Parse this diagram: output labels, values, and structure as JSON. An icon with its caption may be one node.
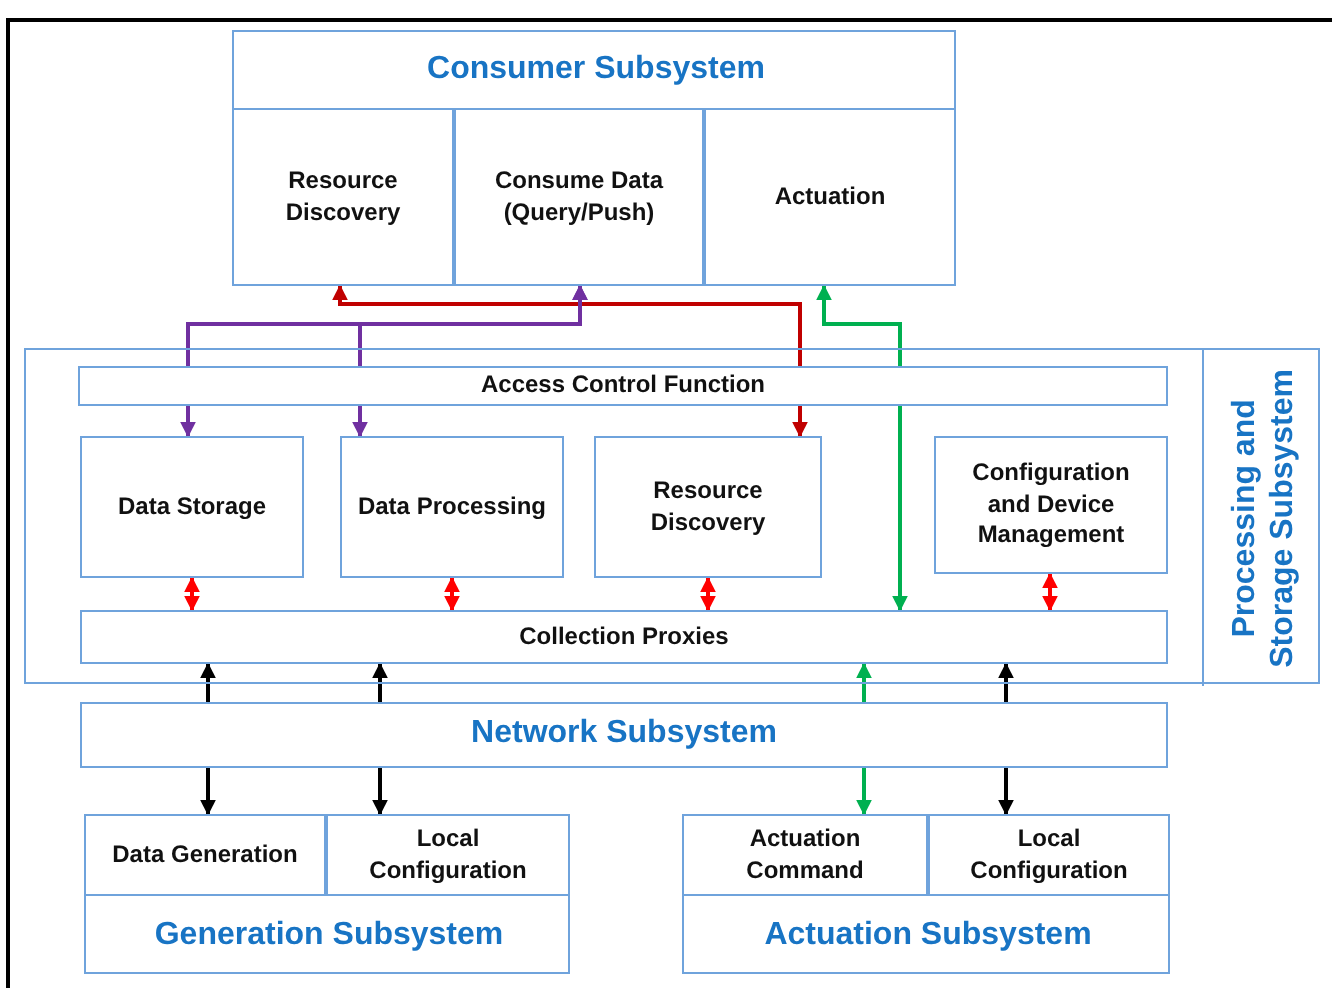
{
  "diagram": {
    "nodes": [
      {
        "text": [
          "Consumer Subsystem"
        ]
      },
      {
        "text": [
          "Resource Discovery"
        ],
        "in": 0
      },
      {
        "text": [
          "Consume Data (Query/Push)"
        ],
        "in": 0
      },
      {
        "text": [
          "Actuation"
        ],
        "in": 0
      },
      {
        "text": [
          "Processing and Storage Subsystem"
        ]
      },
      {
        "text": [
          "Access Control Function"
        ],
        "in": 4
      },
      {
        "text": [
          "Data Storage"
        ],
        "in": 4
      },
      {
        "text": [
          "Data Processing"
        ],
        "in": 4
      },
      {
        "text": [
          "Resource Discovery"
        ],
        "in": 4
      },
      {
        "text": [
          "Configuration and Device Management"
        ],
        "in": 4
      },
      {
        "text": [
          "Collection Proxies"
        ],
        "in": 4
      },
      {
        "text": [
          "Network Subsystem"
        ]
      },
      {
        "text": [
          "Generation Subsystem"
        ]
      },
      {
        "text": [
          "Data Generation"
        ],
        "in": 12
      },
      {
        "text": [
          "Local Configuration"
        ],
        "in": 12
      },
      {
        "text": [
          "Actuation Subsystem"
        ]
      },
      {
        "text": [
          "Actuation Command"
        ],
        "in": 15
      },
      {
        "text": [
          "Local Configuration"
        ],
        "in": 15
      }
    ],
    "edges": [
      {
        "from": 5,
        "to": 1,
        "arrow": "to",
        "color": "#c00000"
      },
      {
        "from": 5,
        "to": 8,
        "arrow": "to",
        "color": "#c00000"
      },
      {
        "from": 5,
        "to": 2,
        "arrow": "to",
        "color": "#7030a0"
      },
      {
        "from": 5,
        "to": 2,
        "arrow": "to",
        "color": "#7030a0"
      },
      {
        "from": 5,
        "to": 6,
        "arrow": "to",
        "color": "#7030a0"
      },
      {
        "from": 5,
        "to": 7,
        "arrow": "to",
        "color": "#7030a0"
      },
      {
        "from": 5,
        "to": 3,
        "arrow": "to",
        "color": "#00b050"
      },
      {
        "from": 5,
        "to": 10,
        "arrow": "to",
        "color": "#00b050"
      },
      {
        "from": 6,
        "to": 10,
        "arrow": "both",
        "color": "#ff0000"
      },
      {
        "from": 7,
        "to": 10,
        "arrow": "both",
        "color": "#ff0000"
      },
      {
        "from": 8,
        "to": 10,
        "arrow": "both",
        "color": "#ff0000"
      },
      {
        "from": 9,
        "to": 10,
        "arrow": "both",
        "color": "#ff0000"
      },
      {
        "from": 11,
        "to": 10,
        "arrow": "to",
        "color": "#000000"
      },
      {
        "from": 11,
        "to": 13,
        "arrow": "to",
        "color": "#000000"
      },
      {
        "from": 11,
        "to": 10,
        "arrow": "to",
        "color": "#000000"
      },
      {
        "from": 11,
        "to": 14,
        "arrow": "to",
        "color": "#000000"
      },
      {
        "from": 11,
        "to": 10,
        "arrow": "to",
        "color": "#00b050"
      },
      {
        "from": 11,
        "to": 16,
        "arrow": "to",
        "color": "#00b050"
      },
      {
        "from": 11,
        "to": 10,
        "arrow": "to",
        "color": "#000000"
      },
      {
        "from": 11,
        "to": 17,
        "arrow": "to",
        "color": "#000000"
      }
    ]
  }
}
